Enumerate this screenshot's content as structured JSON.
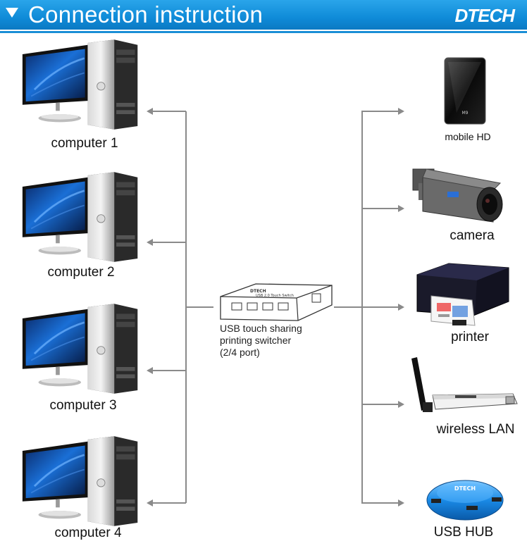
{
  "header": {
    "title": "Connection instruction",
    "logo": "DTECH",
    "color": "#1592dc"
  },
  "computers": [
    {
      "label": "computer 1"
    },
    {
      "label": "computer 2"
    },
    {
      "label": "computer 3"
    },
    {
      "label": "computer 4"
    }
  ],
  "switcher": {
    "line1": "USB touch sharing",
    "line2": "printing switcher",
    "line3": "(2/4 port)",
    "box_text": "USB 2.0 Touch Switch"
  },
  "peripherals": [
    {
      "label": "mobile HD",
      "icon": "mobile-hd-icon"
    },
    {
      "label": "camera",
      "icon": "camera-icon"
    },
    {
      "label": "printer",
      "icon": "printer-icon"
    },
    {
      "label": "wireless LAN",
      "icon": "wireless-lan-icon"
    },
    {
      "label": "USB HUB",
      "icon": "usb-hub-icon"
    }
  ]
}
